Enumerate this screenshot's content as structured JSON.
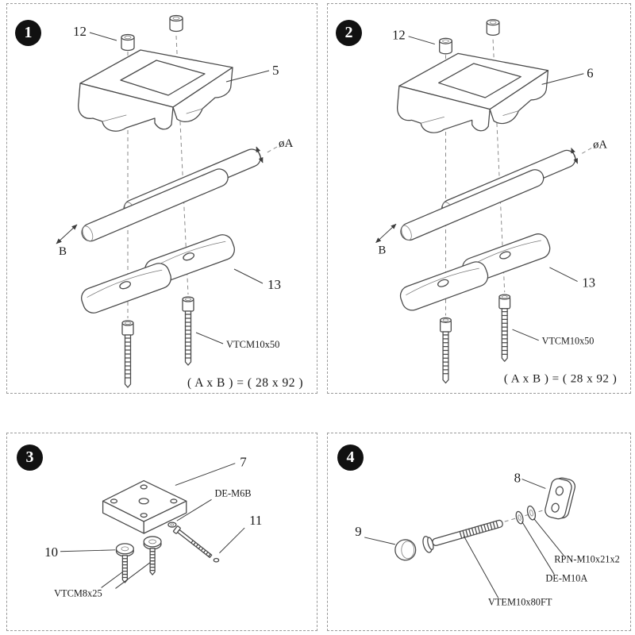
{
  "colors": {
    "line": "#4a4a4a",
    "line_light": "#8a8a8a",
    "badge": "#111111",
    "background": "#ffffff",
    "border": "#9a9a9a"
  },
  "panels": [
    {
      "number": "1",
      "labels": {
        "cap_ref": "12",
        "part_ref": "5",
        "diameter": "øA",
        "spacing": "B",
        "plate_ref": "13",
        "bolt": "VTCM10x50",
        "dimensions": "( A x B ) = ( 28 x 92 )"
      }
    },
    {
      "number": "2",
      "labels": {
        "cap_ref": "12",
        "part_ref": "6",
        "diameter": "øA",
        "spacing": "B",
        "plate_ref": "13",
        "bolt": "VTCM10x50",
        "dimensions": "( A x B ) = ( 28 x 92 )"
      }
    },
    {
      "number": "3",
      "labels": {
        "part_ref": "7",
        "washer": "DE-M6B",
        "rod_ref": "11",
        "screw_ref": "10",
        "screw": "VTCM8x25"
      }
    },
    {
      "number": "4",
      "labels": {
        "bracket_ref": "8",
        "cap_ref": "9",
        "washers": "RPN-M10x21x2",
        "nut": "DE-M10A",
        "bolt": "VTEM10x80FT"
      }
    }
  ]
}
